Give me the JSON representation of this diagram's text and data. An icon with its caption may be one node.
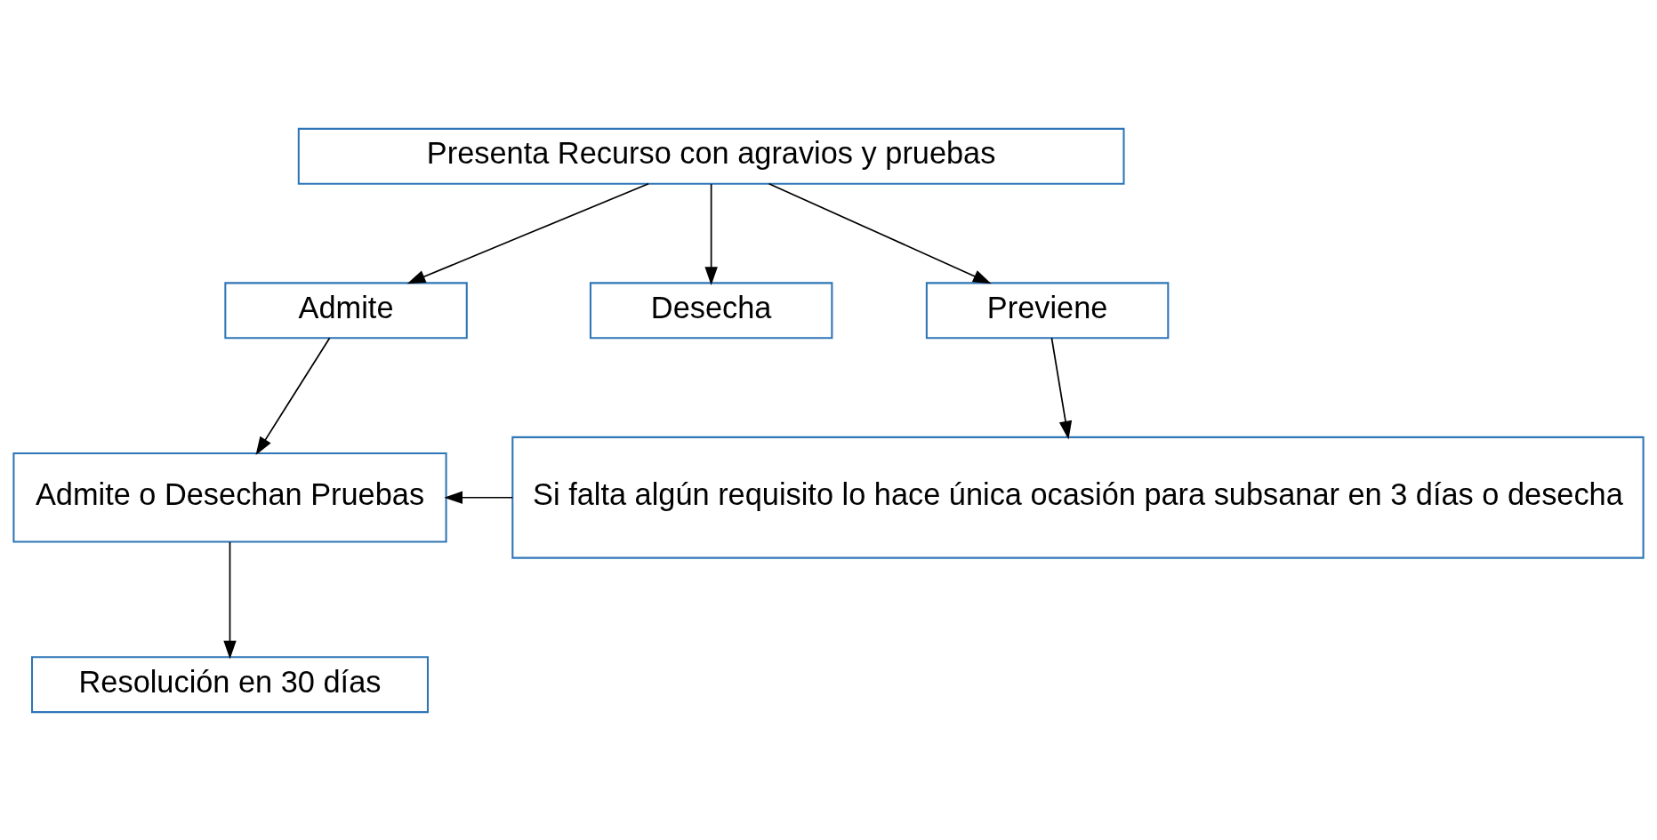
{
  "diagram": {
    "nodes": [
      {
        "text": [
          "Presenta Recurso con agravios y pruebas"
        ]
      },
      {
        "text": [
          "Admite"
        ]
      },
      {
        "text": [
          "Desecha"
        ]
      },
      {
        "text": [
          "Previene"
        ]
      },
      {
        "text": [
          "Admite o Desechan Pruebas"
        ]
      },
      {
        "text": [
          "Si falta algún requisito lo hace única ocasión para subsanar en 3 días o desecha"
        ]
      },
      {
        "text": [
          "Resolución en 30 días"
        ]
      }
    ],
    "edges": [
      {
        "from": 0,
        "to": 1,
        "arrow": "to"
      },
      {
        "from": 0,
        "to": 2,
        "arrow": "to"
      },
      {
        "from": 0,
        "to": 3,
        "arrow": "to"
      },
      {
        "from": 1,
        "to": 4,
        "arrow": "to"
      },
      {
        "from": 3,
        "to": 5,
        "arrow": "to"
      },
      {
        "from": 5,
        "to": 4,
        "arrow": "to"
      },
      {
        "from": 4,
        "to": 6,
        "arrow": "to"
      }
    ]
  }
}
